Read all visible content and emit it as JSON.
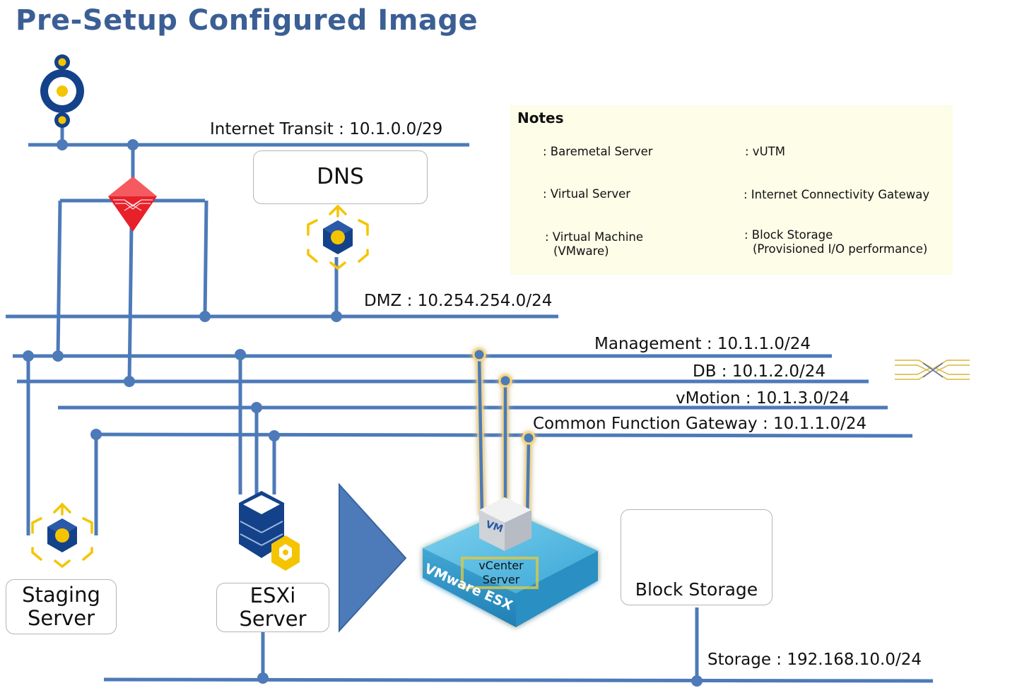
{
  "title": "Pre-Setup Configured Image",
  "networks": {
    "internet_transit": "Internet Transit : 10.1.0.0/29",
    "dmz": "DMZ : 10.254.254.0/24",
    "management": "Management : 10.1.1.0/24",
    "db": "DB : 10.1.2.0/24",
    "vmotion": "vMotion : 10.1.3.0/24",
    "common_function_gateway": "Common Function Gateway : 10.1.1.0/24",
    "storage": "Storage : 192.168.10.0/24"
  },
  "boxes": {
    "dns": "DNS",
    "staging_line1": "Staging",
    "staging_line2": "Server",
    "esxi_line1": "ESXi",
    "esxi_line2": "Server",
    "block_storage": "Block Storage"
  },
  "vcenter": {
    "line1": "vCenter",
    "line2": "Server",
    "vm_badge": "VM",
    "platform": "VMware ESX"
  },
  "notes": {
    "title": "Notes",
    "baremetal": ": Baremetal Server",
    "vutm": ": vUTM",
    "virtual_server": ": Virtual Server",
    "icg": ": Internet Connectivity Gateway",
    "vm_line1": ": Virtual Machine",
    "vm_line2": "(VMware)",
    "block_line1": ": Block Storage",
    "block_line2": "(Provisioned I/O performance)"
  },
  "colors": {
    "line": "#4d7ab8",
    "title": "#3b5f95",
    "navy": "#13428a",
    "yellow": "#f5c400",
    "vutm_red": "#e8202a",
    "notes_bg": "#fdfde8"
  }
}
